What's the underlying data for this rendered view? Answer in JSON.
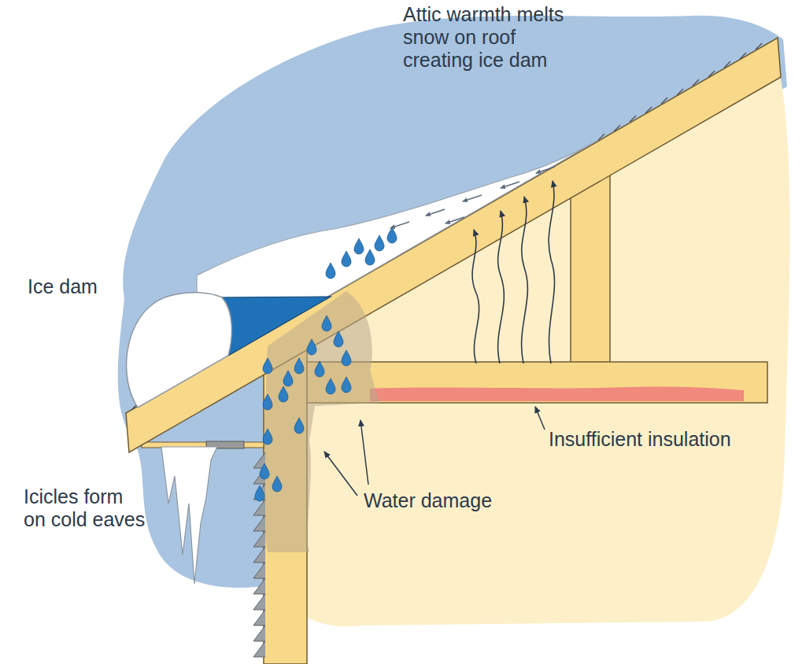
{
  "diagram": {
    "labels": [
      "Attic warmth melts snow on roof creating ice dam",
      "Ice dam",
      "Insufficient insulation",
      "Icicles form on cold eaves",
      "Water damage"
    ]
  }
}
